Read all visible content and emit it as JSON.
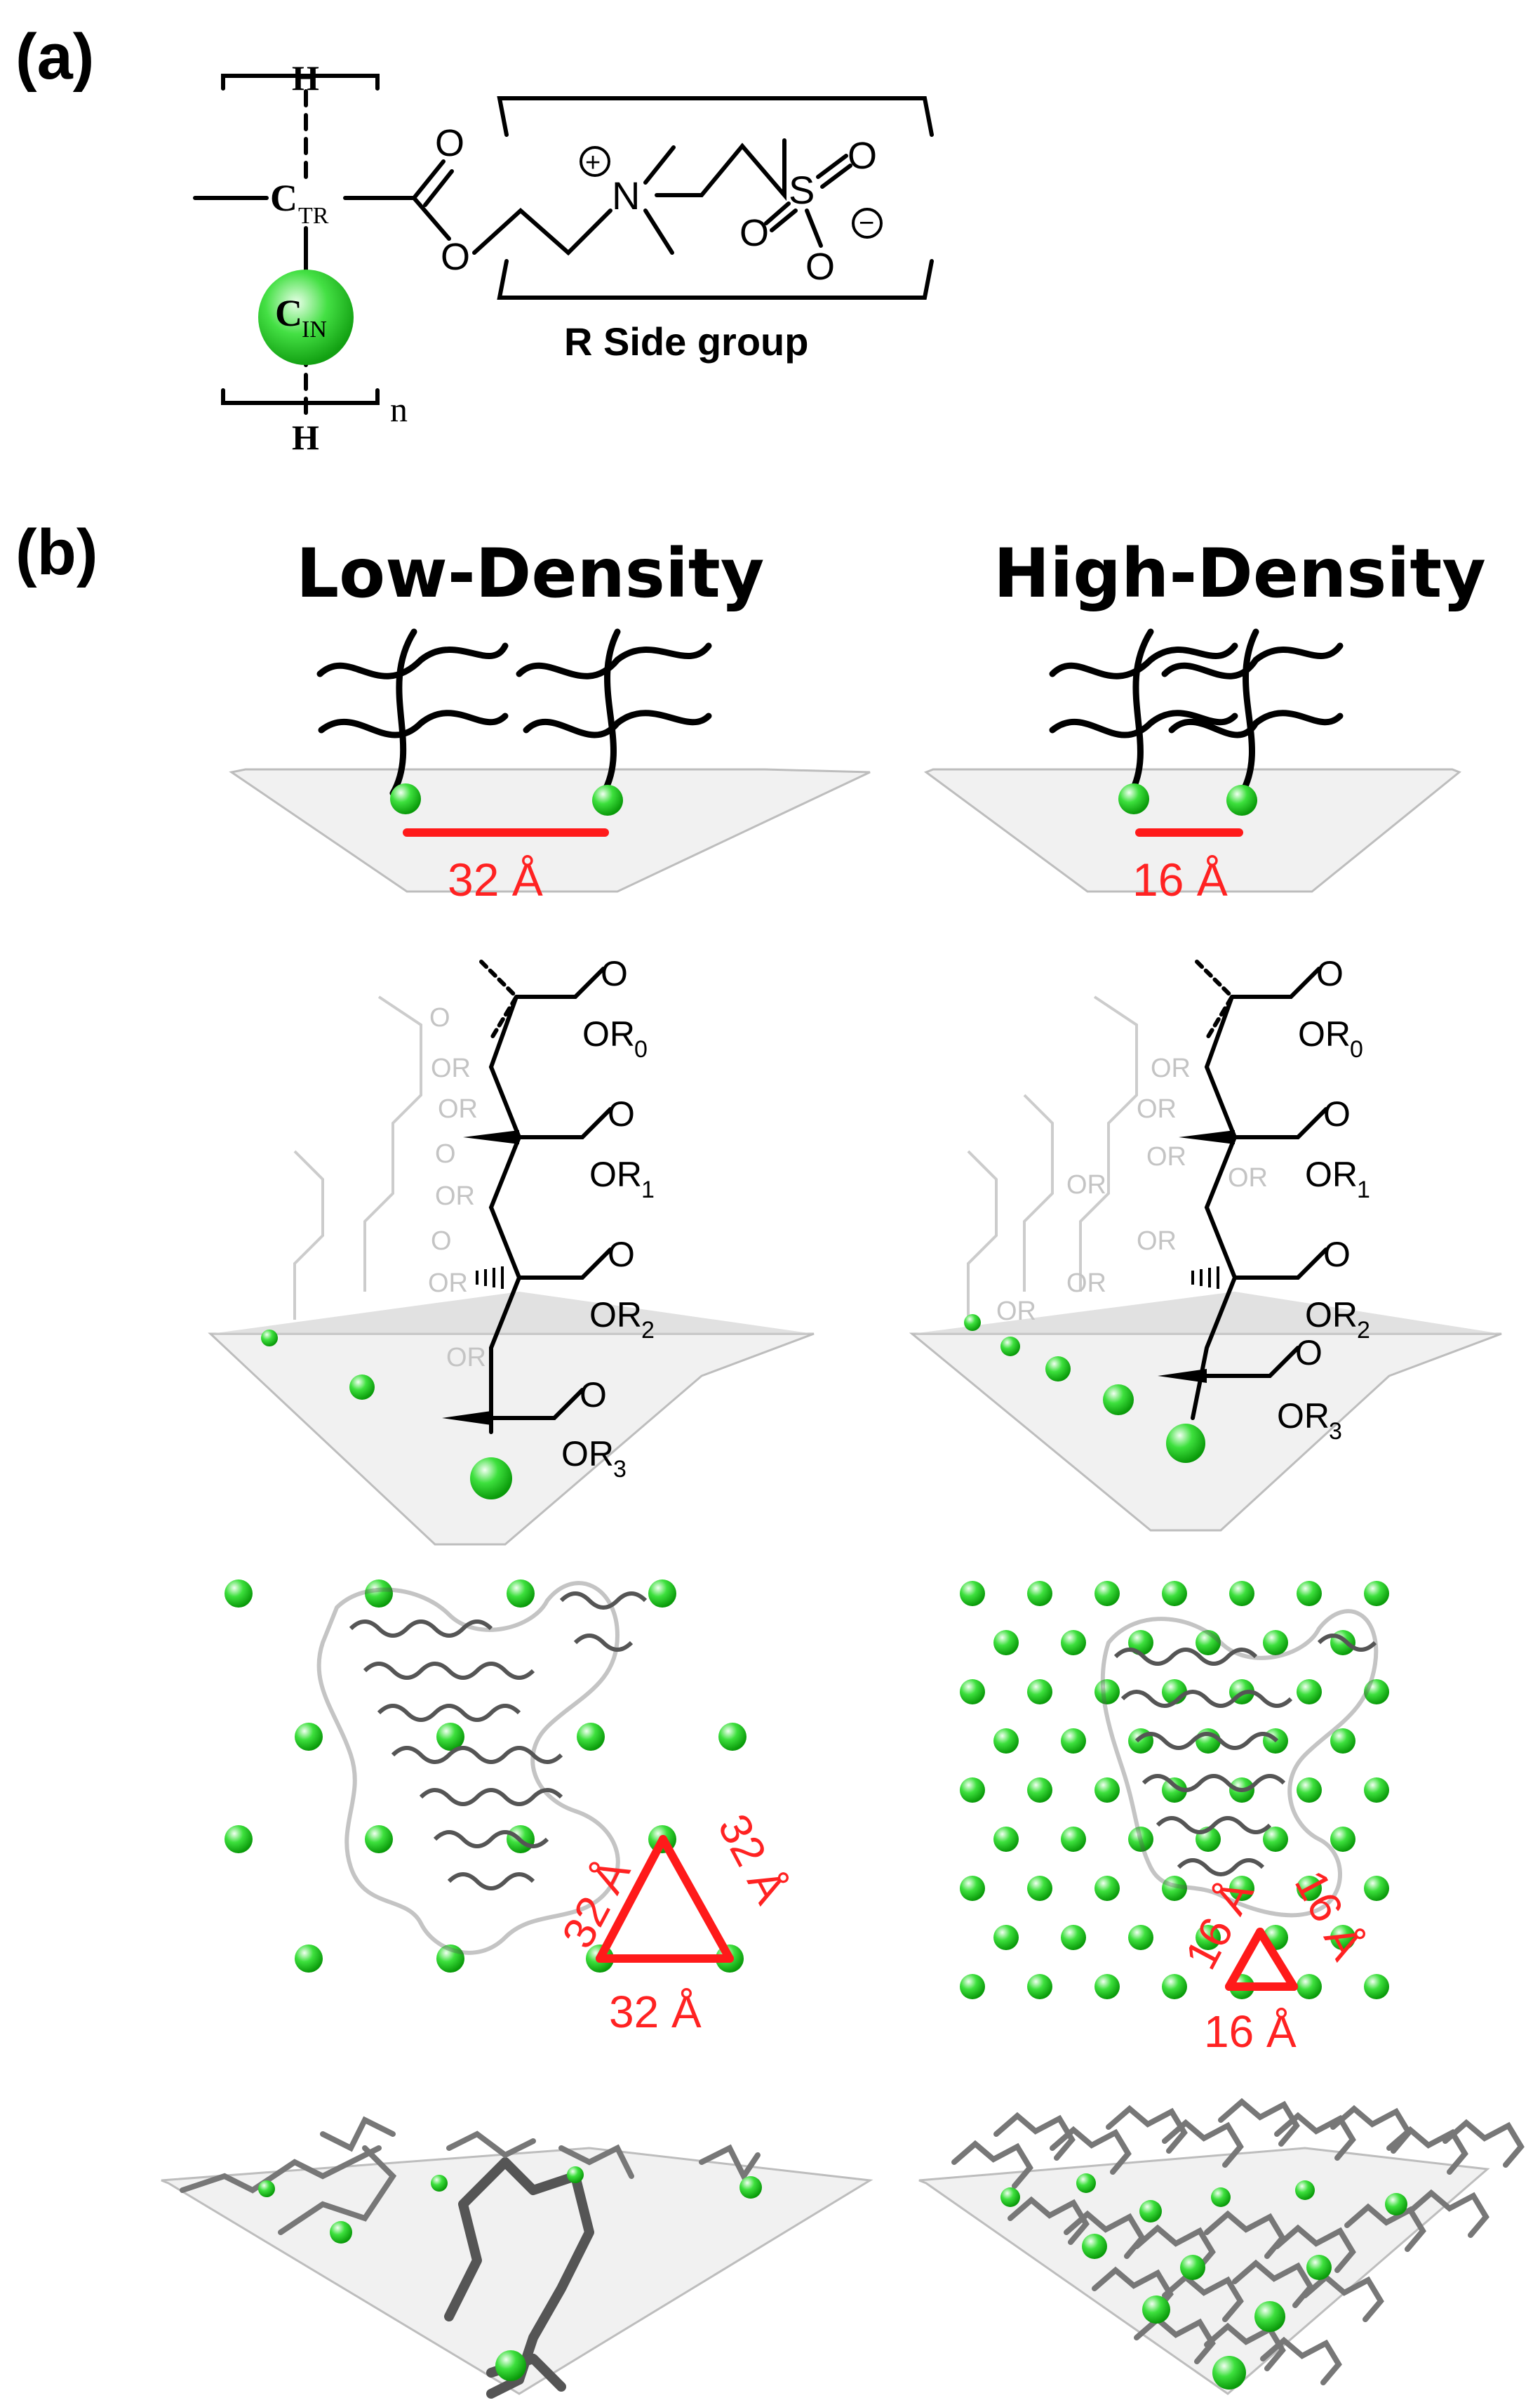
{
  "panel_a": {
    "label": "(a)",
    "atoms": {
      "h_top": "H",
      "h_bottom": "H",
      "c_tr_main": "C",
      "c_tr_sub": "TR",
      "c_in_main": "C",
      "c_in_sub": "IN",
      "carbonyl_o": "O",
      "ester_o": "O",
      "nitrogen": "N",
      "n_charge": "+",
      "sulfur": "S",
      "s_o_top": "O",
      "s_o_left": "O",
      "s_o_bottom": "O",
      "o_charge": "−",
      "repeat_n": "n"
    },
    "side_group_label": "R Side group"
  },
  "panel_b": {
    "label": "(b)",
    "columns": [
      {
        "title": "Low-Density",
        "spacing_label": "32 Å",
        "triangle_labels": [
          "32 Å",
          "32 Å",
          "32 Å"
        ],
        "ghost_labels": [
          "O",
          "OR",
          "OR",
          "O",
          "OR",
          "O",
          "OR",
          "OR"
        ],
        "chain_labels": [
          {
            "o": "O",
            "or_main": "OR",
            "or_sub": "0"
          },
          {
            "o": "O",
            "or_main": "OR",
            "or_sub": "1"
          },
          {
            "o": "O",
            "or_main": "OR",
            "or_sub": "2"
          },
          {
            "o": "O",
            "or_main": "OR",
            "or_sub": "3"
          }
        ]
      },
      {
        "title": "High-Density",
        "spacing_label": "16 Å",
        "triangle_labels": [
          "16 Å",
          "16 Å",
          "16 Å"
        ],
        "ghost_labels": [
          "OR",
          "OR",
          "OR",
          "OR",
          "OR",
          "OR",
          "OR",
          "OR"
        ],
        "chain_labels": [
          {
            "o": "O",
            "or_main": "OR",
            "or_sub": "0"
          },
          {
            "o": "O",
            "or_main": "OR",
            "or_sub": "1"
          },
          {
            "o": "O",
            "or_main": "OR",
            "or_sub": "2"
          },
          {
            "o": "O",
            "or_main": "OR",
            "or_sub": "3"
          }
        ]
      }
    ]
  },
  "colors": {
    "anchor_green": "#22cc22",
    "anchor_highlight": "#ccffcc",
    "scale_red": "#ff1a1a",
    "protein_gray": "#555555"
  }
}
